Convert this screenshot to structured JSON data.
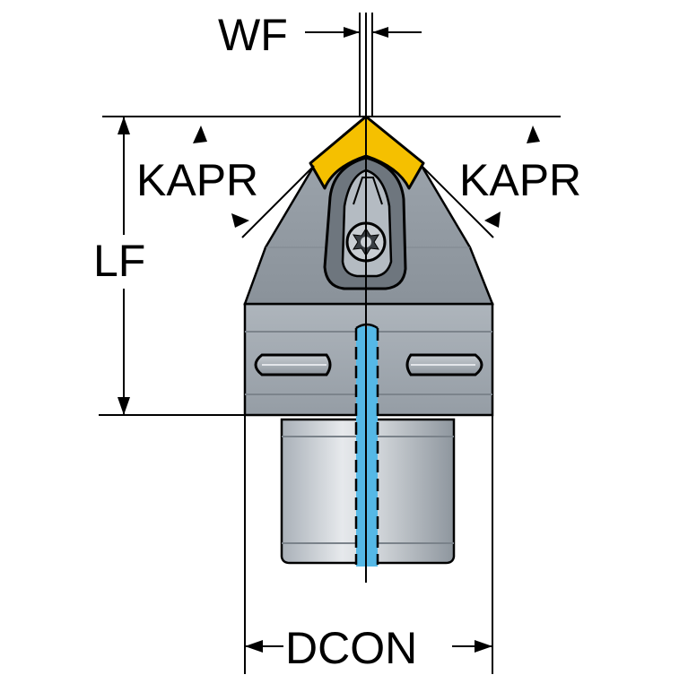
{
  "labels": {
    "wf": "WF",
    "kapr_left": "KAPR",
    "kapr_right": "KAPR",
    "lf": "LF",
    "dcon": "DCON"
  },
  "colors": {
    "body_light": "#b5bcc4",
    "body_dark": "#7d868e",
    "insert": "#f5c000",
    "coolant": "#55b8e6",
    "line": "#000000"
  }
}
